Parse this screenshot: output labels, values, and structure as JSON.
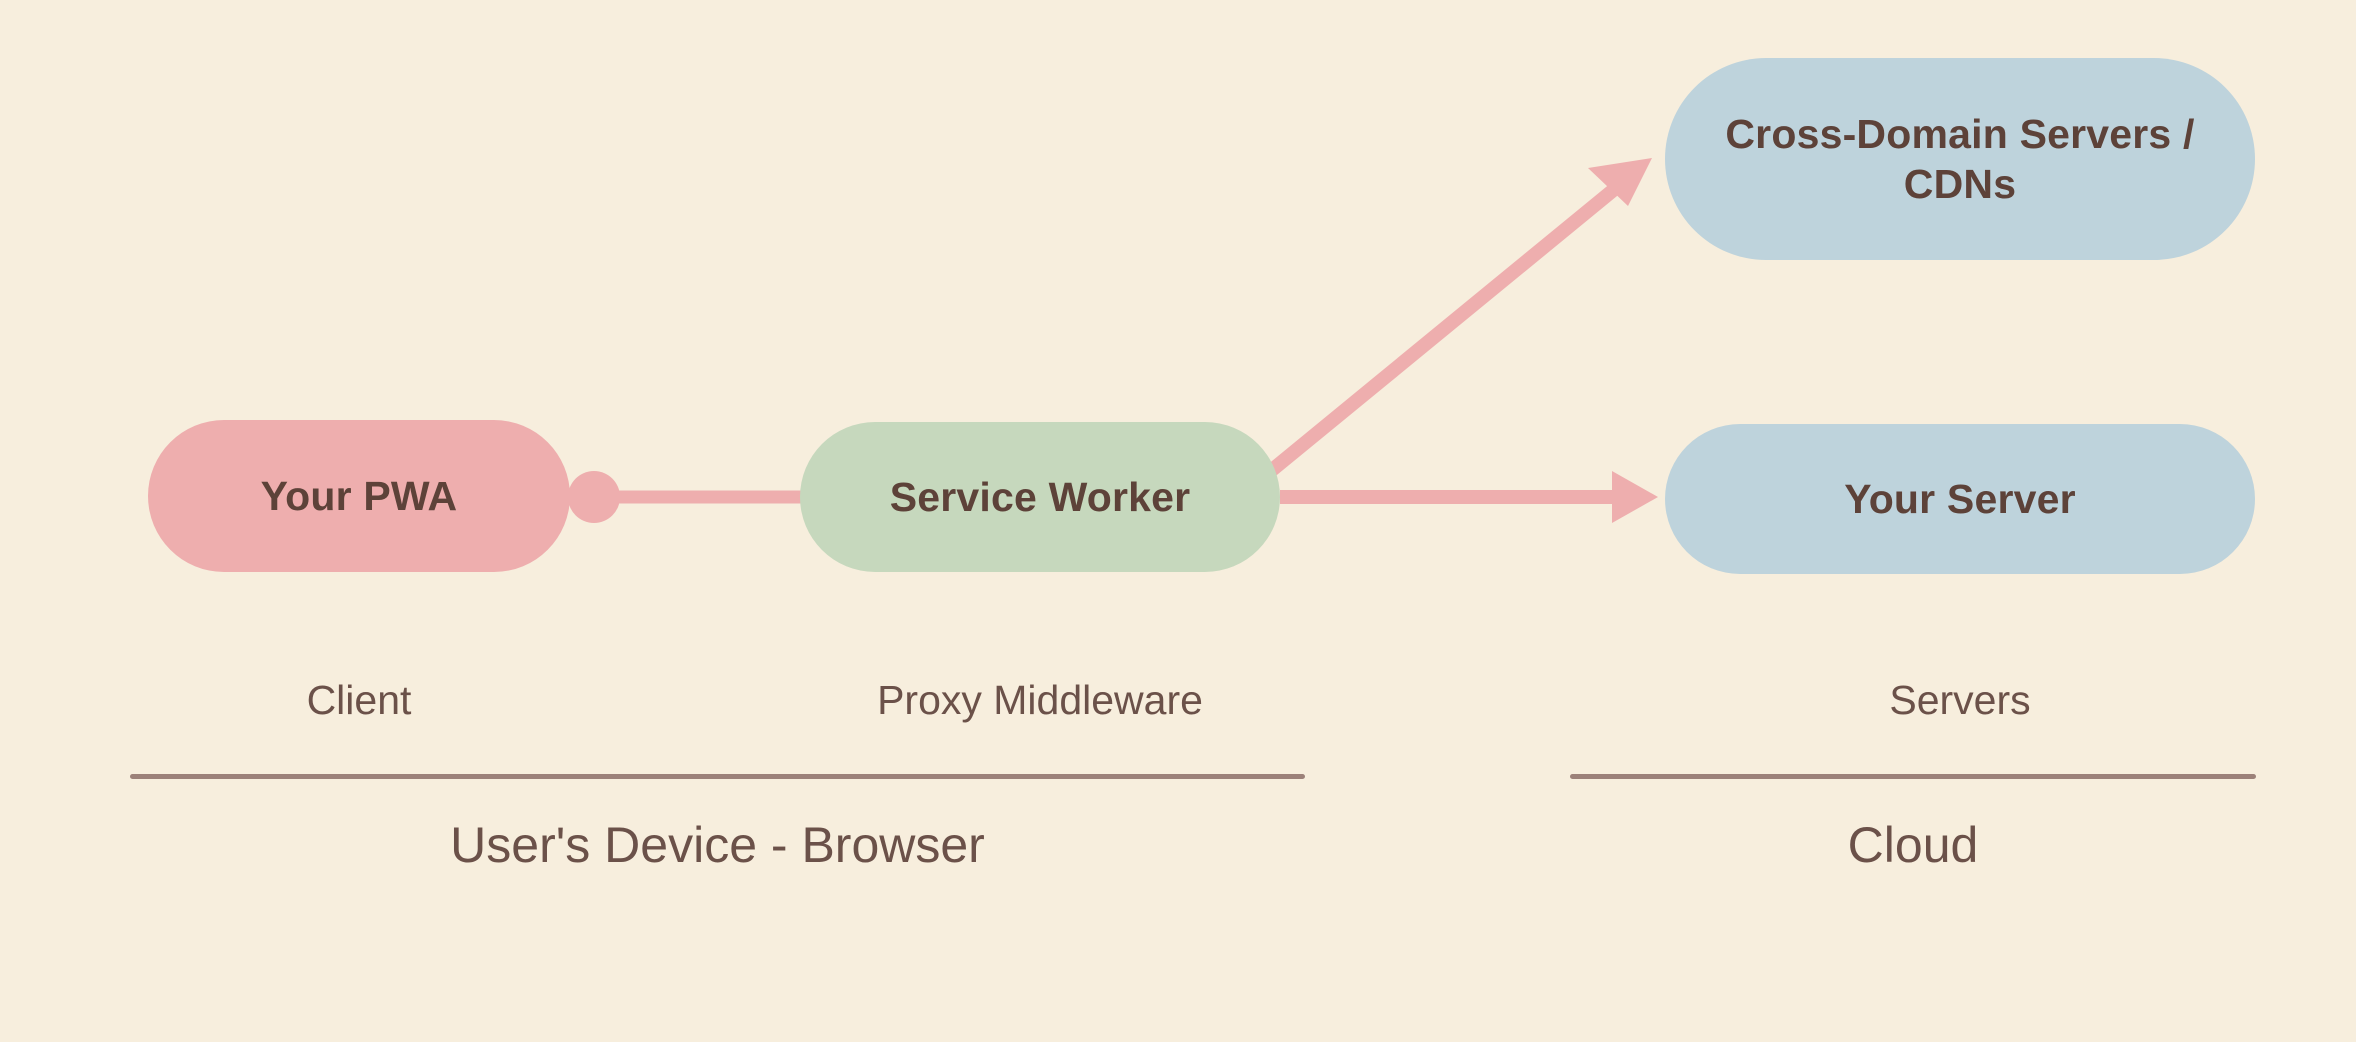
{
  "diagram": {
    "background_color": "#f7eedd",
    "text_color": "#5d4239",
    "edge_color": "#eeaeae",
    "divider_color": "#9c8179"
  },
  "nodes": {
    "pwa": {
      "label": "Your PWA",
      "color": "#eeaeae"
    },
    "service_worker": {
      "label": "Service Worker",
      "color": "#c6d8bd"
    },
    "cross_domain": {
      "label": "Cross-Domain Servers / CDNs",
      "color": "#bed3dc"
    },
    "your_server": {
      "label": "Your Server",
      "color": "#bed3dc"
    }
  },
  "zones": {
    "client": {
      "label": "Client"
    },
    "proxy": {
      "label": "Proxy Middleware"
    },
    "servers": {
      "label": "Servers"
    },
    "device": {
      "title": "User's Device - Browser"
    },
    "cloud": {
      "title": "Cloud"
    }
  },
  "edges": [
    {
      "name": "pwa-to-service-worker",
      "from": "pwa",
      "to": "service_worker",
      "start_marker": "dot",
      "end_marker": "none"
    },
    {
      "name": "service-worker-to-cross-domain",
      "from": "service_worker",
      "to": "cross_domain",
      "start_marker": "none",
      "end_marker": "arrow"
    },
    {
      "name": "service-worker-to-your-server",
      "from": "service_worker",
      "to": "your_server",
      "start_marker": "none",
      "end_marker": "arrow"
    }
  ]
}
